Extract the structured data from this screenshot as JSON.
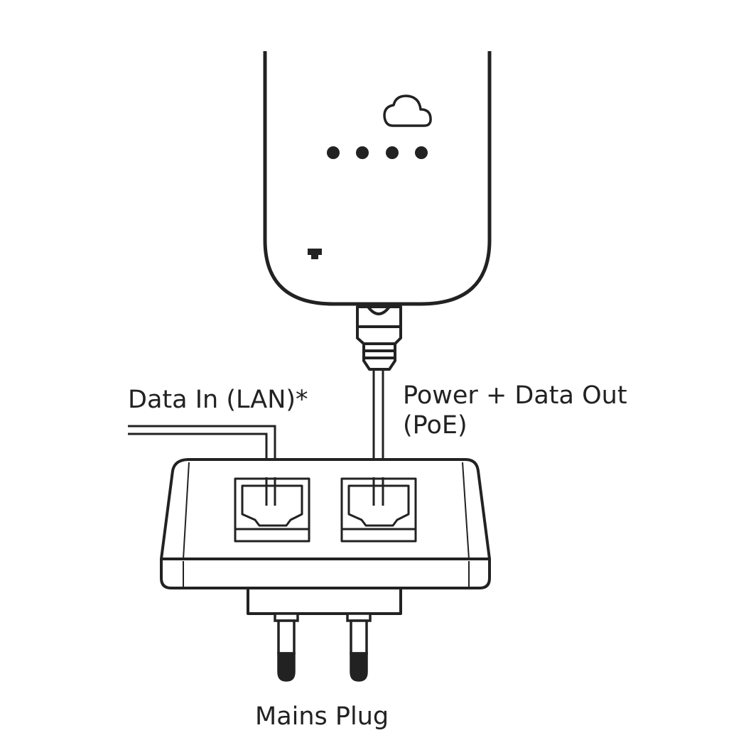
{
  "labels": {
    "data_in": "Data In (LAN)*",
    "poe_line1": "Power + Data Out",
    "poe_line2": "(PoE)",
    "mains_plug": "Mains Plug"
  },
  "colors": {
    "stroke": "#222222",
    "fill": "#ffffff"
  },
  "icons": [
    "cloud-icon",
    "ethernet-port-icon",
    "status-led"
  ]
}
